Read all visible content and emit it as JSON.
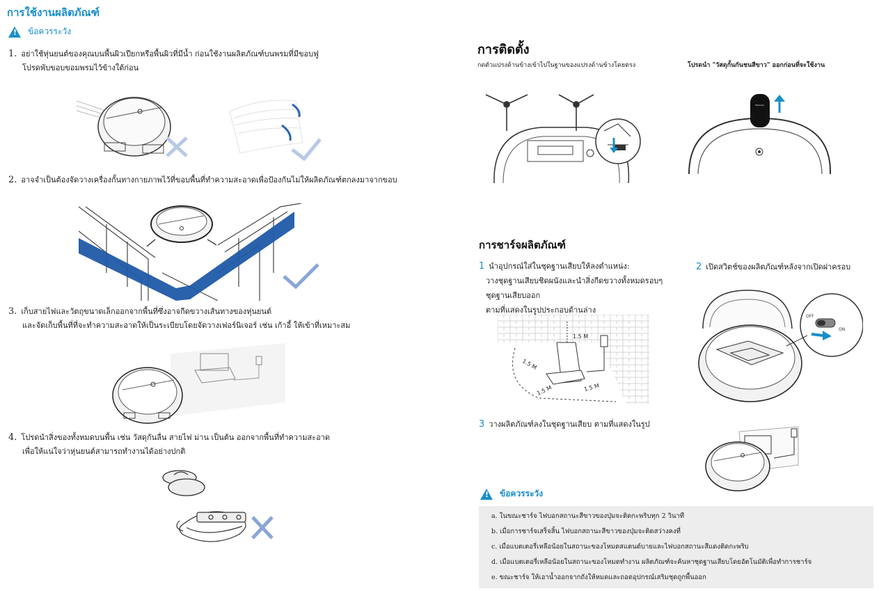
{
  "left": {
    "title": "การใช้งานผลิตภัณฑ์",
    "caution": "ข้อควรระวัง",
    "items": [
      {
        "num": "1.",
        "lines": [
          "อย่าใช้หุ่นยนต์ของคุณบนพื้นผิวเปียกหรือพื้นผิวที่มีน้ำ ก่อนใช้งานผลิตภัณฑ์บนพรมที่มีขอบฟู",
          "โปรดพับขอบขอมพรมไว้ข้างใต้ก่อน"
        ]
      },
      {
        "num": "2.",
        "lines": [
          "อาจจำเป็นต้องจัดวางเครื่องกั้นทางกายภาพไว้ที่ขอบพื้นที่ทำความสะอาดเพื่อป้องกันไม่ให้ผลิตภัณฑ์ตกลงมาจากขอบ"
        ]
      },
      {
        "num": "3.",
        "lines": [
          "เก็บสายไฟและวัตถุขนาดเล็กออกจากพื้นที่ซึ่งอาจกีดขวางเส้นทางของหุ่นยนต์",
          "และจัดเก็บพื้นที่ที่จะทำความสะอาดให้เป็นระเบียบโดยจัดวางเฟอร์นิเจอร์ เช่น เก้าอี้ ให้เข้าที่เหมาะสม"
        ]
      },
      {
        "num": "4.",
        "lines": [
          "โปรดนำสิ่งของทั้งหมดบนพื้น เช่น วัสดุกันลื่น สายไฟ ม่าน เป็นต้น ออกจากพื้นที่ทำความสะอาด",
          "เพื่อให้แน่ใจว่าหุ่นยนต์สามารถทำงานได้อย่างปกติ"
        ]
      }
    ]
  },
  "install": {
    "title": "การติดตั้ง",
    "left_caption": "กดตัวแปรงด้านข้างเข้าไปในฐานของแปรงด้านข้างโดยตรง",
    "right_caption": "โปรดนำ \"วัสดุกั้นกันชนสีขาว\" ออกก่อนที่จะใช้งาน"
  },
  "charge": {
    "title": "การชาร์จผลิตภัณฑ์",
    "step1_num": "1",
    "step1_lines": [
      "นำอุปกรณ์ใส่ในชุดฐานเสียบให้ลงตำแหน่ง:",
      "วางชุดฐานเสียบชิดผนังและนำสิ่งกีดขวางทั้งหมดรอบๆ",
      "ชุดฐานเสียบออก",
      "ตามที่แสดงในรูปประกอบด้านล่าง"
    ],
    "step2_num": "2",
    "step2": "เปิดสวิตช์ของผลิตภัณฑ์หลังจากเปิดฝาครอบ",
    "step3_num": "3",
    "step3": "วางผลิตภัณฑ์ลงในชุดฐานเสียบ ตามที่แสดงในรูป",
    "dims": [
      "1.5 M",
      "1.5 M",
      "1.5 M",
      "1.5 M"
    ],
    "switch_off": "OFF",
    "switch_on": "ON"
  },
  "caution2": {
    "label": "ข้อควรระวัง",
    "items": [
      "a. ในขณะชาร์จ ไฟบอกสถานะสีขาวของปุ่มจะติดกะพริบทุก 2 วินาที",
      "b. เมื่อการชาร์จเสร็จสิ้น ไฟบอกสถานะสีขาวของปุ่มจะติดสว่างคงที่",
      "c. เมื่อแบตเตอรี่เหลือน้อยในสถานะของโหมดสแตนด์บายและไฟบอกสถานะสีแดงติดกะพริบ",
      "d. เมื่อแบตเตอรี่เหลือน้อยในสถานะของโหมดทำงาน ผลิตภัณฑ์จะค้นหาชุดฐานเสียบโดยอัตโนมัติเพื่อทำการชาร์จ",
      "e. ขณะชาร์จ ให้เอาน้ำออกจากถังให้หมดและถอดอุปกรณ์เสริมชุดถูกพื้นออก"
    ]
  },
  "colors": {
    "accent": "#1a8fc9",
    "barrier": "#1f5aa8",
    "box": "#ededed"
  }
}
